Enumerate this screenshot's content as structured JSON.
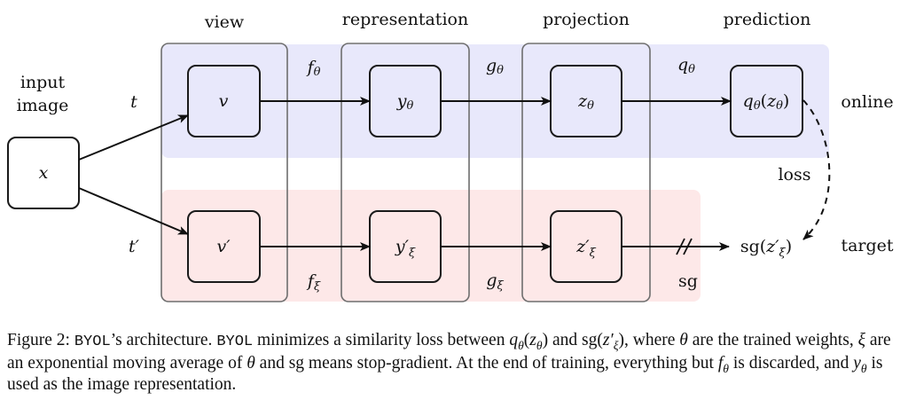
{
  "diagram": {
    "stage_labels": {
      "view": "view",
      "representation": "representation",
      "projection": "projection",
      "prediction": "prediction"
    },
    "input_label_line1": "input",
    "input_label_line2": "image",
    "branch_labels": {
      "online": "online",
      "target": "target"
    },
    "loss_label": "loss",
    "sg_label": "sg",
    "nodes": {
      "x": "x",
      "v": "v",
      "v_prime": "v′",
      "y_theta": {
        "base": "y",
        "sub": "θ"
      },
      "y_xi": {
        "base": "y′",
        "sub": "ξ"
      },
      "z_theta": {
        "base": "z",
        "sub": "θ"
      },
      "z_xi": {
        "base": "z′",
        "sub": "ξ"
      },
      "q_of_z": {
        "q": "q",
        "qsub": "θ",
        "open": "(",
        "z": "z",
        "zsub": "θ",
        "close": ")"
      },
      "sg_of_z": {
        "fn": "sg(",
        "z": "z′",
        "zsub": "ξ",
        "close": ")"
      }
    },
    "edge_labels": {
      "t": "t",
      "t_prime": "t′",
      "f_theta": {
        "base": "f",
        "sub": "θ"
      },
      "f_xi": {
        "base": "f",
        "sub": "ξ"
      },
      "g_theta": {
        "base": "g",
        "sub": "θ"
      },
      "g_xi": {
        "base": "g",
        "sub": "ξ"
      },
      "q_theta": {
        "base": "q",
        "sub": "θ"
      }
    },
    "colors": {
      "online_band": "#e8e8fb",
      "target_band": "#fde8e8",
      "group_border": "#6e6e6e",
      "node_border": "#1a1a1a"
    }
  },
  "caption": {
    "figure_label": "Figure 2:",
    "byol": "BYOL",
    "t1": "’s architecture.",
    "t2": "minimizes a similarity loss between",
    "q": "q",
    "qsub": "θ",
    "lp": "(",
    "z": "z",
    "zsub": "θ",
    "rp": ")",
    "t3": "and sg(",
    "zp": "z′",
    "zpsub": "ξ",
    "t4": "), where",
    "theta": "θ",
    "t5": "are the trained weights,",
    "xi": "ξ",
    "t6": "are an exponential moving average of",
    "theta2": "θ",
    "t7": "and sg means stop-gradient. At the end of training, everything but",
    "f": "f",
    "fsub": "θ",
    "t8": "is discarded, and",
    "y": "y",
    "ysub": "θ",
    "t9": "is used as the image representation."
  }
}
